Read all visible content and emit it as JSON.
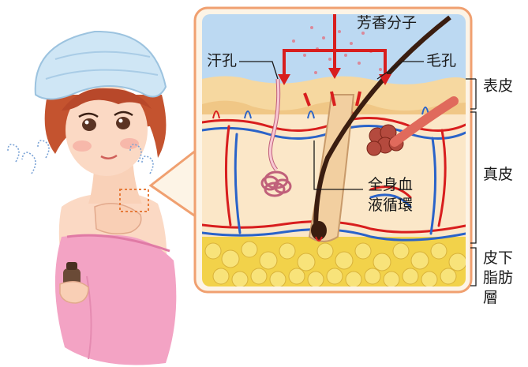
{
  "labels": {
    "aroma_molecules": "芳香分子",
    "sweat_pore": "汗孔",
    "hair_pore": "毛孔",
    "circulation_line1": "全身血",
    "circulation_line2": "液循環",
    "epidermis": "表皮",
    "dermis": "真皮",
    "subcutaneous_line1": "皮下",
    "subcutaneous_line2": "脂肪",
    "subcutaneous_line3": "層"
  },
  "colors": {
    "panel_border": "#f0a070",
    "epidermis": "#f6d8a0",
    "dermis": "#fbe7c8",
    "fat": "#f2d24a",
    "artery": "#d81e1e",
    "vein": "#2a63c9",
    "hair": "#3a1d10",
    "aroma_arrow": "#d81e1e",
    "towel": "#f0a0c0",
    "cap": "#cfe6f5"
  },
  "icons": {
    "woman": "woman-with-towel-illustration",
    "magnify": "zoom-callout"
  }
}
